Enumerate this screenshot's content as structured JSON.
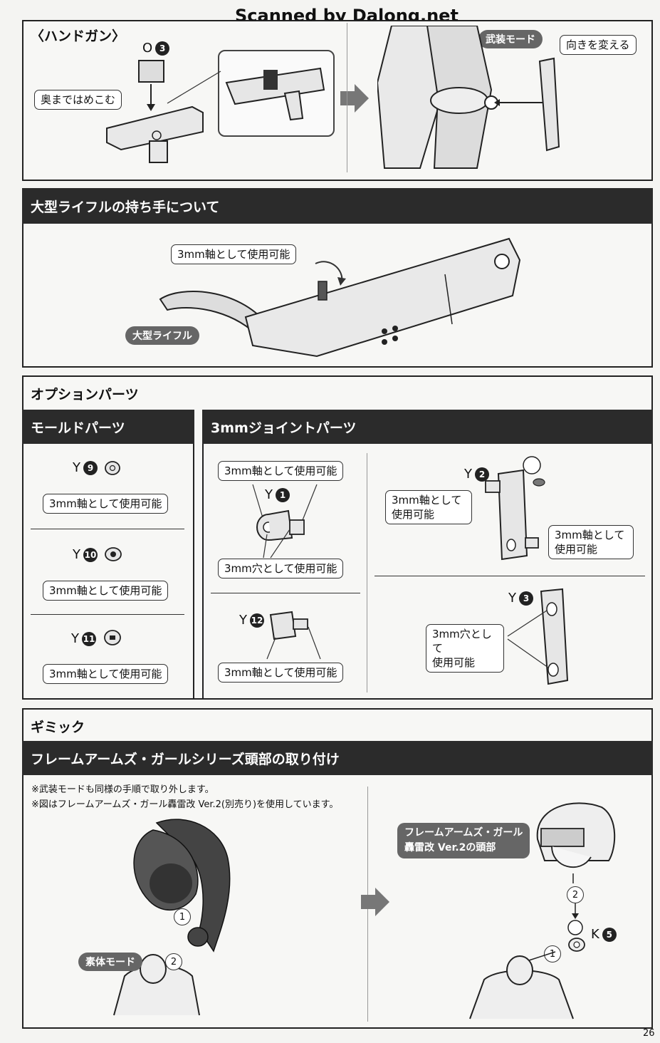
{
  "watermark": "Scanned by Dalong.net",
  "page_number": "26",
  "handgun": {
    "title": "〈ハンドガン〉",
    "part_id": "O",
    "part_num": "3",
    "push_in_label": "奥まではめこむ",
    "armed_mode_label": "武装モード",
    "change_direction_label": "向きを変える"
  },
  "rifle": {
    "title": "大型ライフルの持ち手について",
    "shaft_label": "3mm軸として使用可能",
    "rifle_label": "大型ライフル"
  },
  "options": {
    "title": "オプションパーツ",
    "mold": {
      "title": "モールドパーツ",
      "items": [
        {
          "id": "Y",
          "num": "9",
          "label": "3mm軸として使用可能"
        },
        {
          "id": "Y",
          "num": "10",
          "label": "3mm軸として使用可能"
        },
        {
          "id": "Y",
          "num": "11",
          "label": "3mm軸として使用可能"
        }
      ]
    },
    "joint": {
      "title": "3mmジョイントパーツ",
      "y1": {
        "id": "Y",
        "num": "1",
        "shaft": "3mm軸として使用可能",
        "hole": "3mm穴として使用可能"
      },
      "y12": {
        "id": "Y",
        "num": "12",
        "shaft": "3mm軸として使用可能"
      },
      "y2": {
        "id": "Y",
        "num": "2",
        "left_line1": "3mm軸として",
        "left_line2": "使用可能",
        "right_line1": "3mm軸として",
        "right_line2": "使用可能"
      },
      "y3": {
        "id": "Y",
        "num": "3",
        "line1": "3mm穴として",
        "line2": "使用可能"
      }
    }
  },
  "gimmick": {
    "title": "ギミック",
    "subtitle": "フレームアームズ・ガールシリーズ頭部の取り付け",
    "note1": "※武装モードも同様の手順で取り外します。",
    "note2": "※図はフレームアームズ・ガール轟雷改 Ver.2(別売り)を使用しています。",
    "base_mode_label": "素体モード",
    "head_label_line1": "フレームアームズ・ガール",
    "head_label_line2": "轟雷改 Ver.2の頭部",
    "step1": "1",
    "step2": "2",
    "part_id": "K",
    "part_num": "5"
  }
}
